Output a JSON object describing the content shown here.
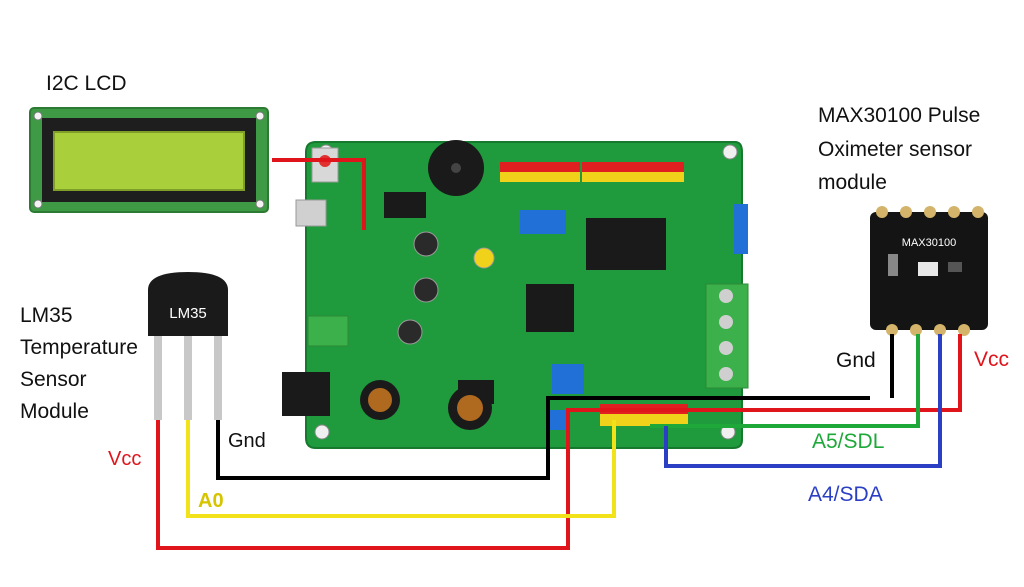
{
  "labels": {
    "lcd_title": "I2C LCD",
    "max_title_1": "MAX30100 Pulse",
    "max_title_2": "Oximeter sensor",
    "max_title_3": "module",
    "lm35_title_1": "LM35",
    "lm35_title_2": "Temperature",
    "lm35_title_3": "Sensor",
    "lm35_title_4": "Module",
    "lm35_chip_text": "LM35",
    "max_chip_text": "MAX30100",
    "lm35_vcc": "Vcc",
    "lm35_gnd": "Gnd",
    "lm35_a0": "A0",
    "max_gnd": "Gnd",
    "max_vcc": "Vcc",
    "a5_sdl": "A5/SDL",
    "a4_sda": "A4/SDA"
  },
  "colors": {
    "vcc_wire": "#e0141b",
    "gnd_wire": "#000000",
    "a0_wire": "#f2e21a",
    "a5_wire": "#1fa83a",
    "a4_wire": "#2b3fc4",
    "board": "#1f9a3c",
    "lcd_screen": "#a9cf3a",
    "a0_label": "#d6c400",
    "a5_label": "#1fa83a",
    "a4_label": "#2b3fc4",
    "vcc_label": "#e0141b"
  }
}
